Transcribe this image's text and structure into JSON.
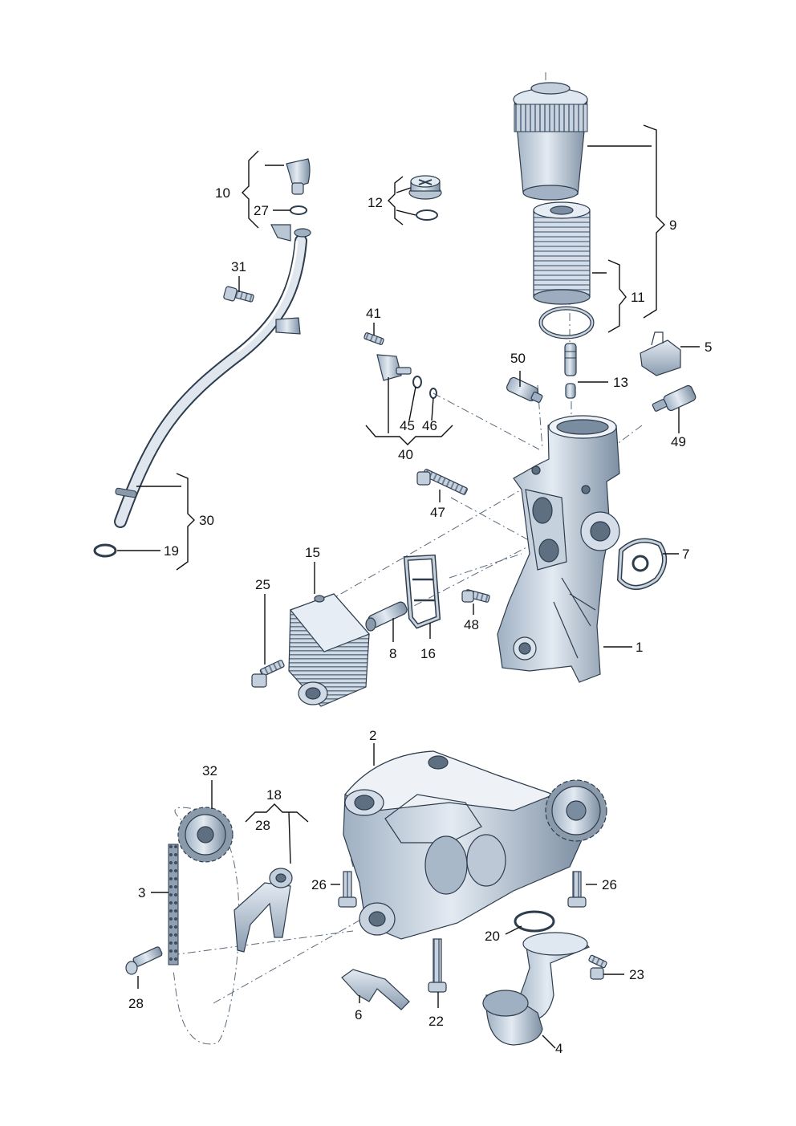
{
  "labels": {
    "l1": "1",
    "l2": "2",
    "l3": "3",
    "l4": "4",
    "l5": "5",
    "l6": "6",
    "l7": "7",
    "l8": "8",
    "l9": "9",
    "l10": "10",
    "l11": "11",
    "l12": "12",
    "l13": "13",
    "l15": "15",
    "l16": "16",
    "l18": "18",
    "l19": "19",
    "l20": "20",
    "l22": "22",
    "l23": "23",
    "l25": "25",
    "l26a": "26",
    "l26b": "26",
    "l27": "27",
    "l28a": "28",
    "l28b": "28",
    "l30": "30",
    "l31": "31",
    "l32": "32",
    "l40": "40",
    "l41": "41",
    "l45": "45",
    "l46": "46",
    "l47": "47",
    "l48": "48",
    "l49": "49",
    "l50": "50"
  }
}
